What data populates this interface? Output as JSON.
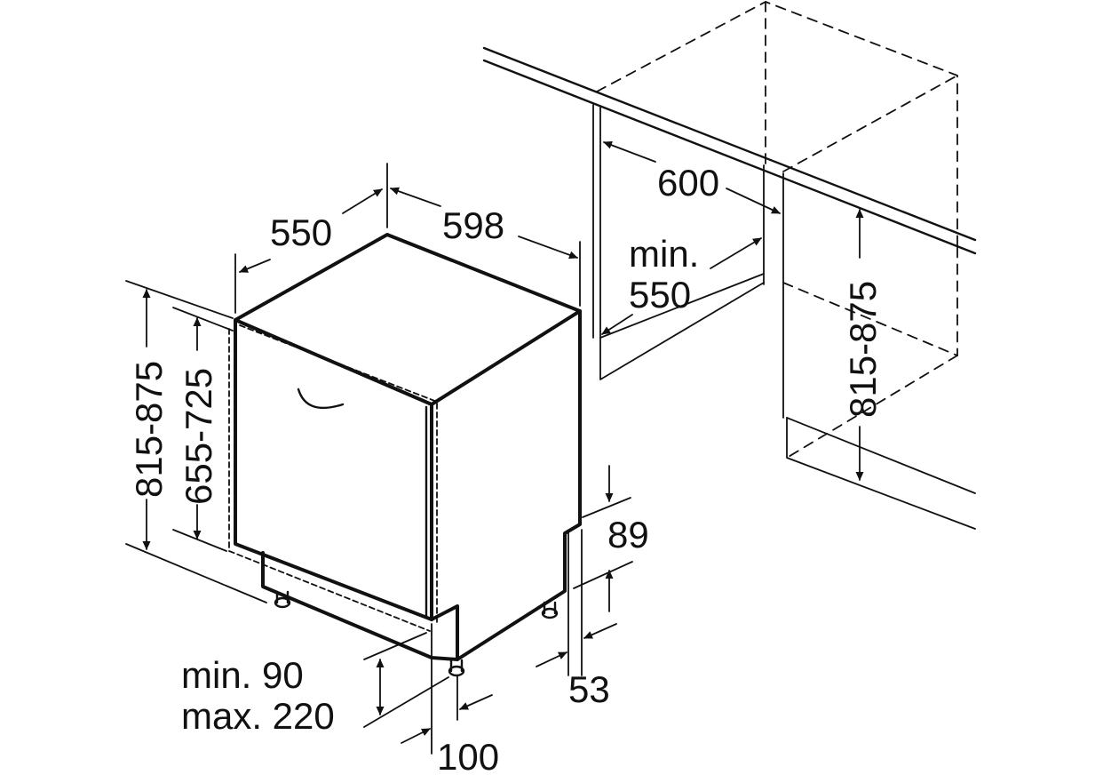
{
  "labels": {
    "depth": "550",
    "width": "598",
    "niche_width": "600",
    "niche_depth_min": "min.",
    "niche_depth_value": "550",
    "niche_height": "815-875",
    "height": "815-875",
    "door_height": "655-725",
    "plinth_gap": "89",
    "foot_offset": "53",
    "plinth_height_min": "min. 90",
    "plinth_height_max": "max. 220",
    "door_offset": "100"
  },
  "colors": {
    "line": "#111111",
    "background": "#ffffff"
  }
}
